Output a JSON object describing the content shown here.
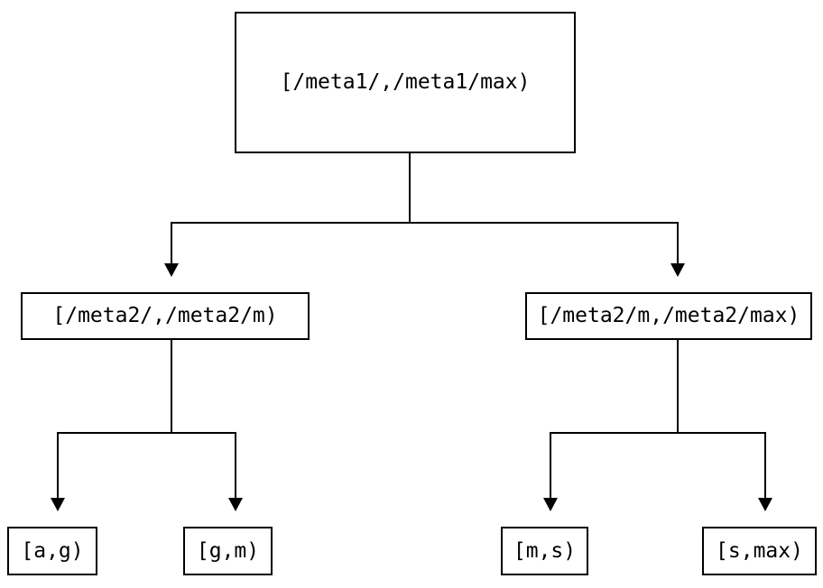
{
  "colors": {
    "background": "#ffffff",
    "line": "#000000",
    "text": "#000000",
    "node_fill": "#ffffff"
  },
  "nodes": {
    "root": {
      "label": "[/meta1/,/meta1/max)"
    },
    "meta2_low": {
      "label": "[/meta2/,/meta2/m)"
    },
    "meta2_high": {
      "label": "[/meta2/m,/meta2/max)"
    },
    "leaf_ag": {
      "label": "[a,g)"
    },
    "leaf_gm": {
      "label": "[g,m)"
    },
    "leaf_ms": {
      "label": "[m,s)"
    },
    "leaf_smax": {
      "label": "[s,max)"
    }
  }
}
